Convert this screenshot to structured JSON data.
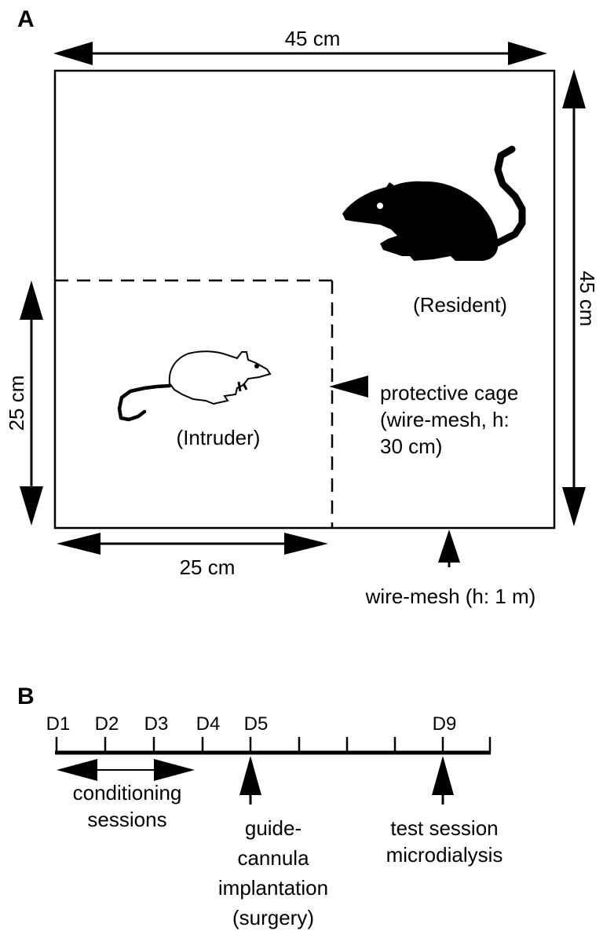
{
  "panel_a": {
    "letter": "A",
    "top_width": "45 cm",
    "right_height": "45 cm",
    "left_height": "25 cm",
    "bottom_width": "25 cm",
    "resident": "(Resident)",
    "intruder": "(Intruder)",
    "cage_label": [
      "protective cage",
      "(wire-mesh, h:",
      "30 cm)"
    ],
    "wire_mesh": "wire-mesh (h: 1 m)"
  },
  "panel_b": {
    "letter": "B",
    "days": [
      "D1",
      "D2",
      "D3",
      "D4",
      "D5",
      "D9"
    ],
    "conditioning": [
      "conditioning",
      "sessions"
    ],
    "surgery": [
      "guide-",
      "cannula",
      "implantation",
      "(surgery)"
    ],
    "test": [
      "test session",
      "microdialysis"
    ]
  }
}
